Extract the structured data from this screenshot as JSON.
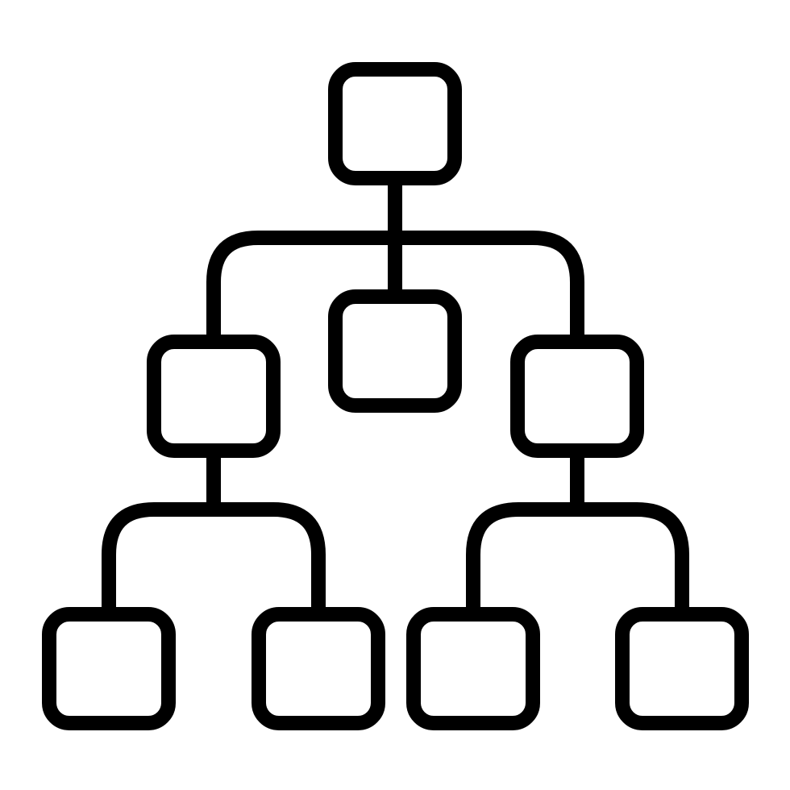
{
  "icon": {
    "name": "hierarchy-icon",
    "stroke_color": "#000000",
    "background_color": "#ffffff"
  },
  "nodes": [
    {
      "id": "root",
      "level": 0,
      "parent": null
    },
    {
      "id": "left",
      "level": 1,
      "parent": "root"
    },
    {
      "id": "center",
      "level": 1,
      "parent": "root"
    },
    {
      "id": "right",
      "level": 1,
      "parent": "root"
    },
    {
      "id": "left-left",
      "level": 2,
      "parent": "left"
    },
    {
      "id": "left-right",
      "level": 2,
      "parent": "left"
    },
    {
      "id": "right-left",
      "level": 2,
      "parent": "right"
    },
    {
      "id": "right-right",
      "level": 2,
      "parent": "right"
    }
  ]
}
